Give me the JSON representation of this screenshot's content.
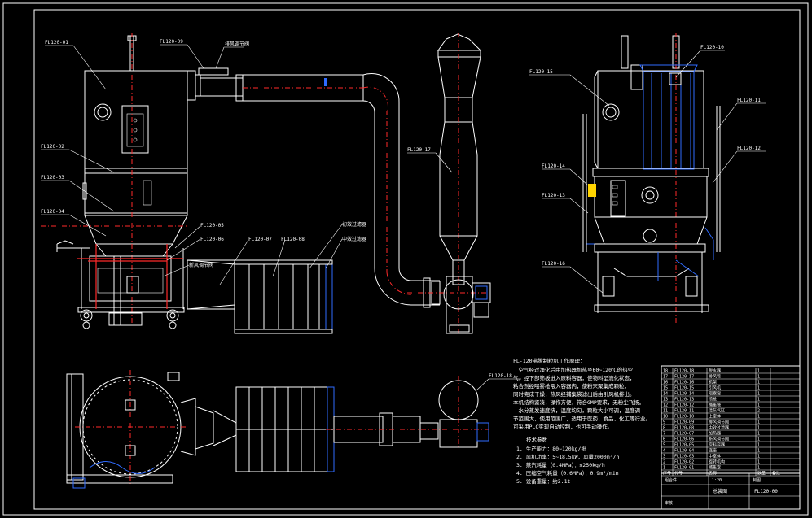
{
  "drawing": {
    "colors": {
      "background": "#000000",
      "line": "#ffffff",
      "centerline": "#ff2a2a",
      "accent": "#2f6bff",
      "highlight": "#ffd400"
    },
    "callouts": {
      "c01": "FL120-01",
      "c09": "FL120-09",
      "c09b": "排风调节阀",
      "c02": "FL120-02",
      "c03": "FL120-03",
      "c04": "FL120-04",
      "c05": "FL120-05",
      "c06": "FL120-06",
      "c06b": "新风调节阀",
      "c07": "FL120-07",
      "c08": "FL120-08",
      "c08a": "初效过滤器",
      "c08b": "中效过滤器",
      "c17": "FL120-17",
      "c15": "FL120-15",
      "c10": "FL120-10",
      "c11": "FL120-11",
      "c12": "FL120-12",
      "c14": "FL120-14",
      "c13": "FL120-13",
      "c16": "FL120-16",
      "c18": "FL120-18"
    },
    "notes": {
      "title": "FL-120沸腾制粒机工作原理：",
      "lines": [
        "　空气经过净化后由加热器加热至60~120℃的热空",
        "气，经下部筛板进入原料容器，使物料呈流化状态，",
        "粘合剂经喂雾枪喂入容器内，使粉末聚集成颗粒，",
        "同时完成干燥，热风经捕集袋滤出后由引风机排出。",
        "本机结构紧凑，操作方便，符合GMP要求，无粉尘飞扬。",
        "　水分蒸发速度快，温度均匀，颗粒大小可调，温度调",
        "节范围大，使用范围广，适用于医药、食品、化工等行业。",
        "可采用PLC实现自动控制，也可手动操作。"
      ],
      "spec_title": "技术参数",
      "specs": [
        "1. 生产能力：80~120kg/批",
        "2. 风机功率：5~18.5kW，风量2000m³/h",
        "3. 蒸汽耗量（0.4MPa）：≤250kg/h",
        "4. 压缩空气耗量（0.6MPa）：0.9m³/min",
        "5. 设备重量：约2.1t"
      ]
    },
    "titleblock": {
      "rows": [
        [
          "18",
          "FL120-18",
          "脱水器",
          "1",
          ""
        ],
        [
          "17",
          "FL120-17",
          "排风管",
          "1",
          ""
        ],
        [
          "16",
          "FL120-16",
          "机架",
          "1",
          ""
        ],
        [
          "15",
          "FL120-15",
          "引风机",
          "1",
          ""
        ],
        [
          "14",
          "FL120-14",
          "观察窗",
          "1",
          ""
        ],
        [
          "13",
          "FL120-13",
          "喷枪",
          "1",
          ""
        ],
        [
          "12",
          "FL120-12",
          "捕集袋",
          "1",
          ""
        ],
        [
          "11",
          "FL120-11",
          "清灰气缸",
          "2",
          ""
        ],
        [
          "10",
          "FL120-10",
          "上室体",
          "1",
          ""
        ],
        [
          "9",
          "FL120-09",
          "排风调节阀",
          "1",
          ""
        ],
        [
          "8",
          "FL120-08",
          "中效过滤器",
          "1",
          ""
        ],
        [
          "7",
          "FL120-07",
          "加热器",
          "1",
          ""
        ],
        [
          "6",
          "FL120-06",
          "新风调节阀",
          "1",
          ""
        ],
        [
          "5",
          "FL120-05",
          "原料容器",
          "1",
          ""
        ],
        [
          "4",
          "FL120-04",
          "底座",
          "1",
          ""
        ],
        [
          "3",
          "FL120-03",
          "中室体",
          "1",
          ""
        ],
        [
          "2",
          "FL120-02",
          "旋转机构",
          "1",
          ""
        ],
        [
          "1",
          "FL120-01",
          "捕集室",
          "1",
          ""
        ]
      ],
      "header": [
        "序号",
        "代号",
        "名称",
        "数量",
        "备注"
      ],
      "drawing_title": "总装图",
      "drawing_no": "FL120-00",
      "material": "组合件",
      "ratio": "1:20",
      "company": "制图",
      "check": "审核"
    }
  }
}
